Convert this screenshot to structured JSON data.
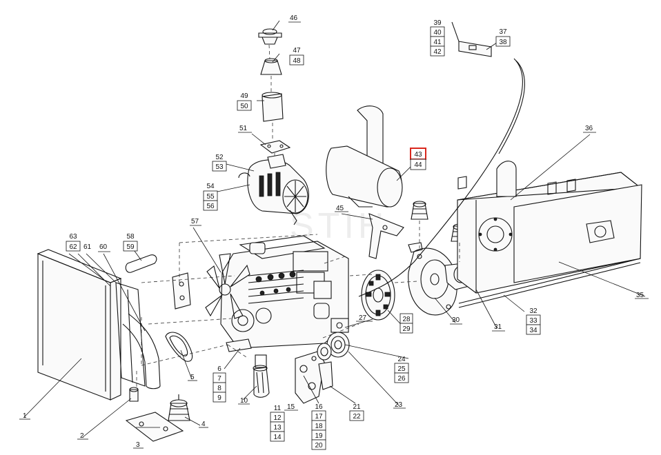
{
  "watermark": "STIH",
  "highlight_color": "#d9261c",
  "labels": {
    "l1": "1",
    "l2": "2",
    "l3": "3",
    "l4": "4",
    "l5": "5",
    "l6": "6",
    "l7": "7",
    "l8": "8",
    "l9": "9",
    "l10": "10",
    "l11": "11",
    "l12": "12",
    "l13": "13",
    "l14": "14",
    "l15": "15",
    "l16": "16",
    "l17": "17",
    "l18": "18",
    "l19": "19",
    "l20": "20",
    "l21": "21",
    "l22": "22",
    "l23": "23",
    "l24": "24",
    "l25": "25",
    "l26": "26",
    "l27": "27",
    "l28": "28",
    "l29": "29",
    "l30": "30",
    "l31": "31",
    "l32": "32",
    "l33": "33",
    "l34": "34",
    "l35": "35",
    "l36": "36",
    "l37": "37",
    "l38": "38",
    "l39": "39",
    "l40": "40",
    "l41": "41",
    "l42": "42",
    "l43": "43",
    "l44": "44",
    "l45": "45",
    "l46": "46",
    "l47": "47",
    "l48": "48",
    "l49": "49",
    "l50": "50",
    "l51": "51",
    "l52": "52",
    "l53": "53",
    "l54": "54",
    "l55": "55",
    "l56": "56",
    "l57": "57",
    "l58": "58",
    "l59": "59",
    "l60": "60",
    "l61": "61",
    "l62": "62",
    "l63": "63"
  }
}
